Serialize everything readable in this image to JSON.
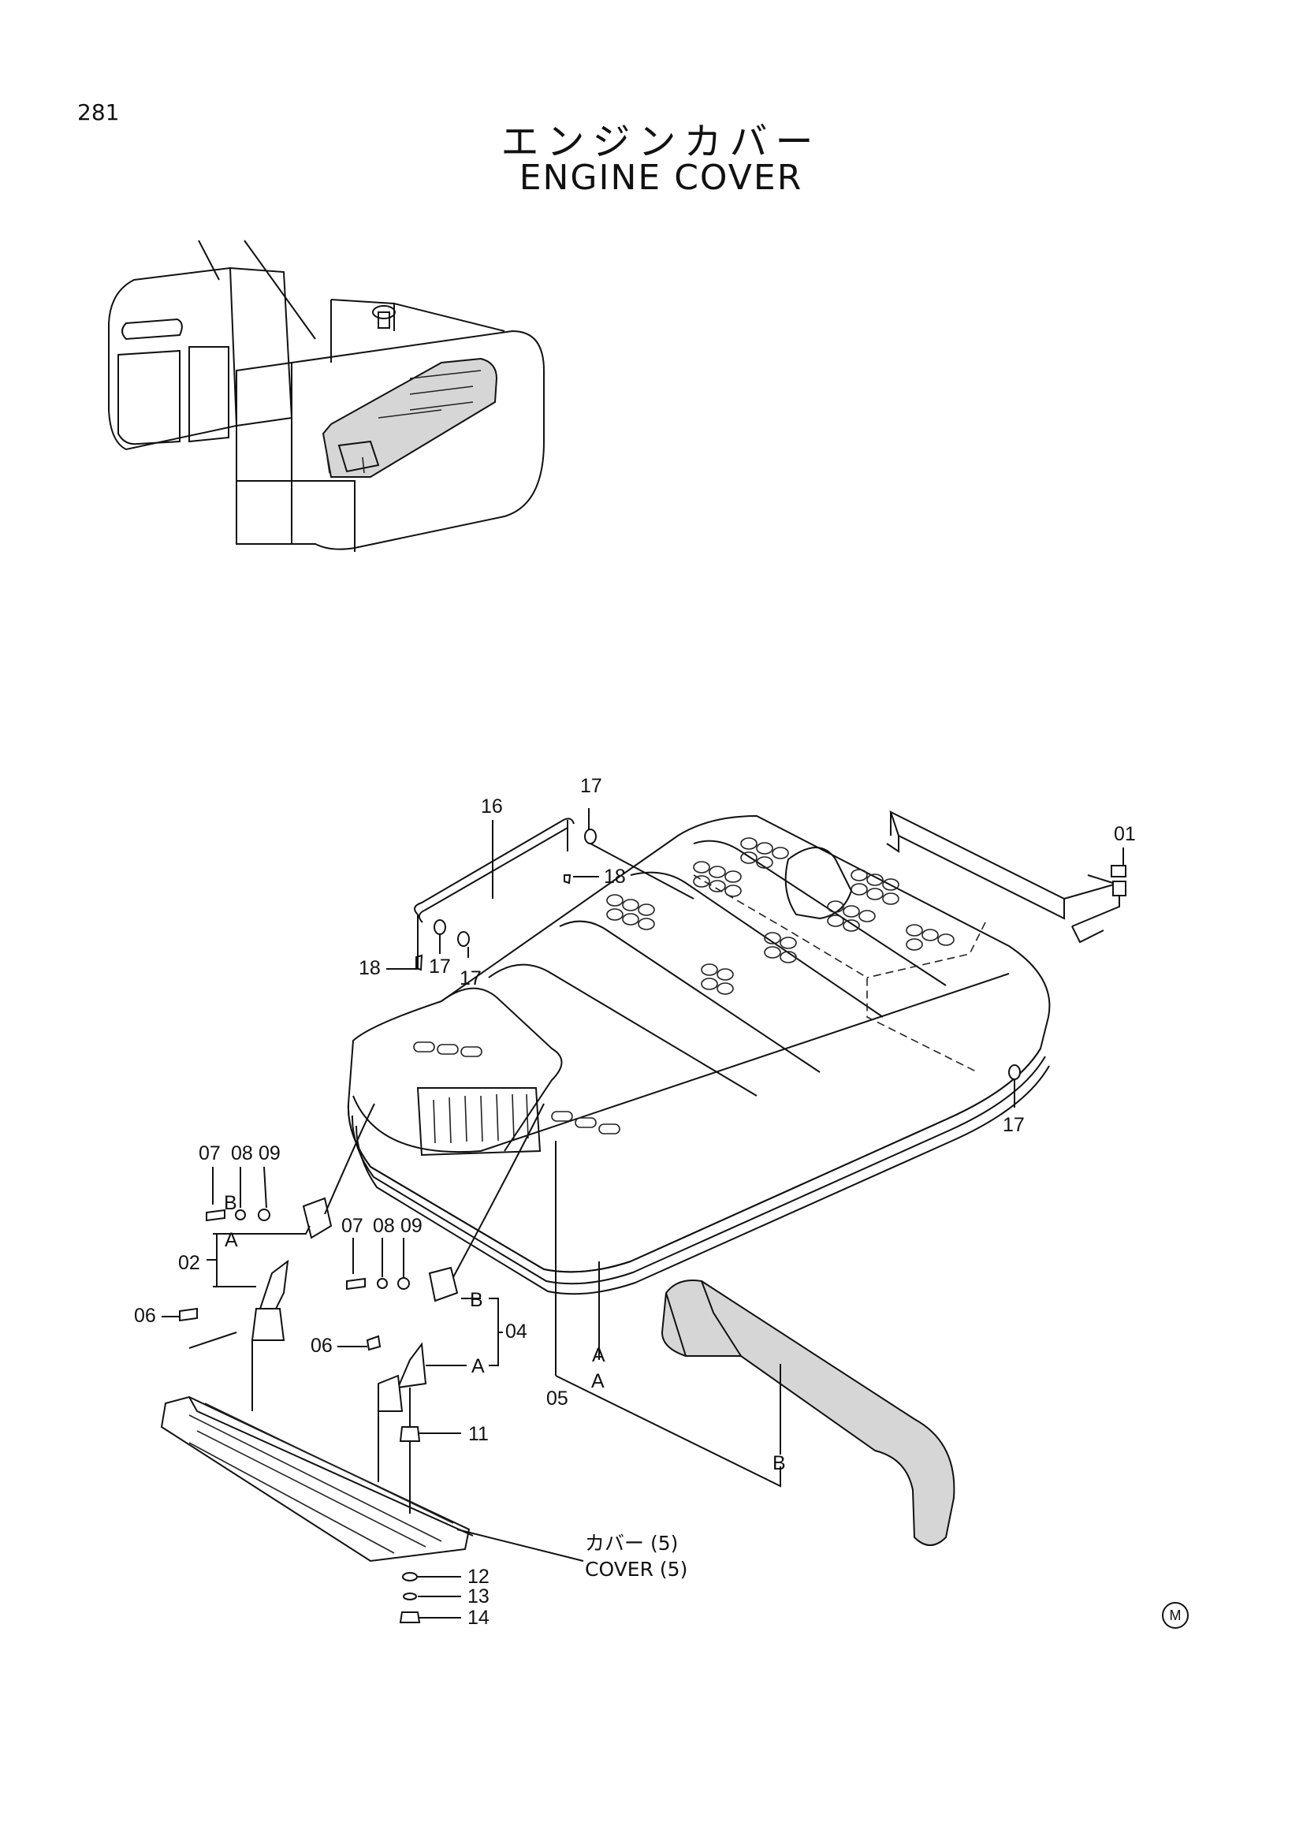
{
  "header": {
    "page_number": "281",
    "title_jp": "エンジンカバー",
    "title_en": "ENGINE COVER"
  },
  "callouts": {
    "c01": "01",
    "c02": "02",
    "c04": "04",
    "c05": "05",
    "c06a": "06",
    "c06b": "06",
    "c07a": "07",
    "c07b": "07",
    "c08a": "08",
    "c08b": "08",
    "c09a": "09",
    "c09b": "09",
    "c11": "11",
    "c12": "12",
    "c13": "13",
    "c14": "14",
    "c16": "16",
    "c17a": "17",
    "c17b": "17",
    "c17c": "17",
    "c17d": "17",
    "c18a": "18",
    "c18b": "18"
  },
  "refs": {
    "a1": "A",
    "a2": "A",
    "a3": "A",
    "a4": "A",
    "b1": "B",
    "b2": "B",
    "b3": "B"
  },
  "caption": {
    "jp": "カバー (5)",
    "en": "COVER (5)"
  },
  "footer": {
    "mark": "M"
  }
}
